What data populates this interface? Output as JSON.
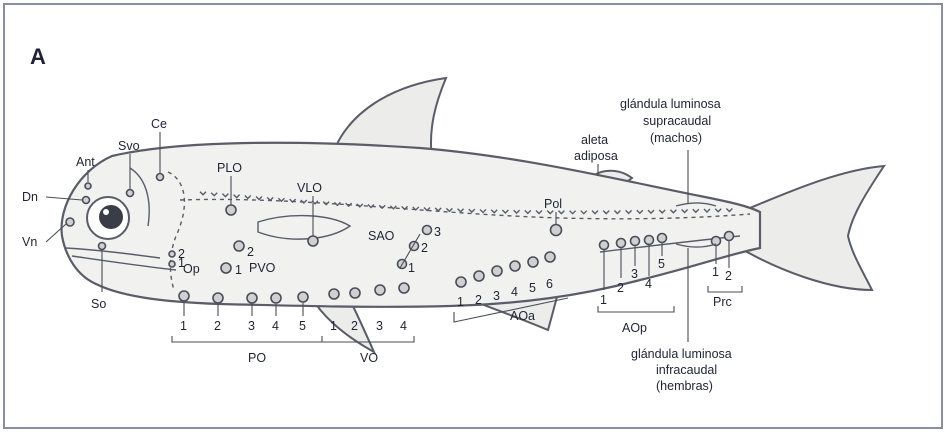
{
  "figure": {
    "panel_label": "A",
    "labels": {
      "dn": "Dn",
      "vn": "Vn",
      "ant": "Ant",
      "svo": "Svo",
      "ce": "Ce",
      "so": "So",
      "op": "Op",
      "op_1": "1",
      "op_2": "2",
      "plo": "PLO",
      "vlo": "VLO",
      "pvo": "PVO",
      "pvo_1": "1",
      "pvo_2": "2",
      "sao": "SAO",
      "sao_1": "1",
      "sao_2": "2",
      "sao_3": "3",
      "pol": "Pol",
      "adipose_fin": [
        "aleta",
        "adiposa"
      ],
      "supracaudal_gland": [
        "glándula luminosa",
        "supracaudal",
        "(machos)"
      ],
      "infracaudal_gland": [
        "glándula luminosa",
        "infracaudal",
        "(hembras)"
      ],
      "po": "PO",
      "po_numbers": [
        "1",
        "2",
        "3",
        "4",
        "5"
      ],
      "vo": "VO",
      "vo_numbers": [
        "1",
        "2",
        "3",
        "4"
      ],
      "aoa": "AOa",
      "aoa_numbers": [
        "1",
        "2",
        "3",
        "4",
        "5",
        "6"
      ],
      "aop": "AOp",
      "aop_numbers": [
        "1",
        "2",
        "3",
        "4",
        "5"
      ],
      "prc": "Prc",
      "prc_numbers": [
        "1",
        "2"
      ]
    }
  }
}
